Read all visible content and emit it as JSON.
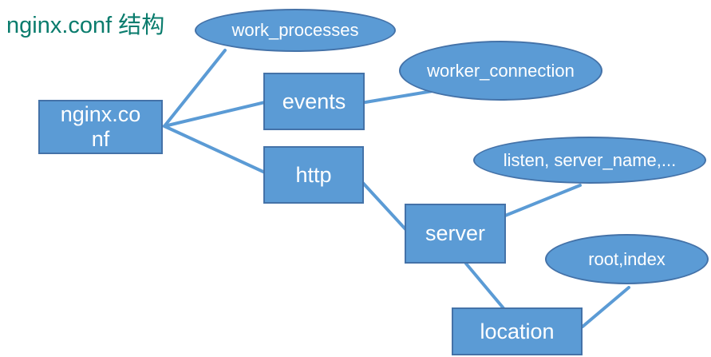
{
  "title": "nginx.conf 结构",
  "colors": {
    "shape_fill": "#5B9BD5",
    "shape_border": "#4472A8",
    "connector": "#5B9BD5",
    "title_color": "#0A7C6D",
    "shape_text": "#FFFFFF"
  },
  "nodes": {
    "nginx_conf": {
      "label": "nginx.conf",
      "shape": "rectangle"
    },
    "events": {
      "label": "events",
      "shape": "rectangle"
    },
    "http": {
      "label": "http",
      "shape": "rectangle"
    },
    "server": {
      "label": "server",
      "shape": "rectangle"
    },
    "location": {
      "label": "location",
      "shape": "rectangle"
    },
    "work_processes": {
      "label": "work_processes",
      "shape": "ellipse"
    },
    "worker_connection": {
      "label": "worker_connection",
      "shape": "ellipse"
    },
    "listen_server_name": {
      "label": "listen, server_name,...",
      "shape": "ellipse"
    },
    "root_index": {
      "label": "root,index",
      "shape": "ellipse"
    }
  },
  "edges": [
    {
      "from": "nginx_conf",
      "to": "work_processes"
    },
    {
      "from": "nginx_conf",
      "to": "events"
    },
    {
      "from": "nginx_conf",
      "to": "http"
    },
    {
      "from": "events",
      "to": "worker_connection"
    },
    {
      "from": "http",
      "to": "server"
    },
    {
      "from": "server",
      "to": "listen_server_name"
    },
    {
      "from": "server",
      "to": "location"
    },
    {
      "from": "location",
      "to": "root_index"
    }
  ]
}
